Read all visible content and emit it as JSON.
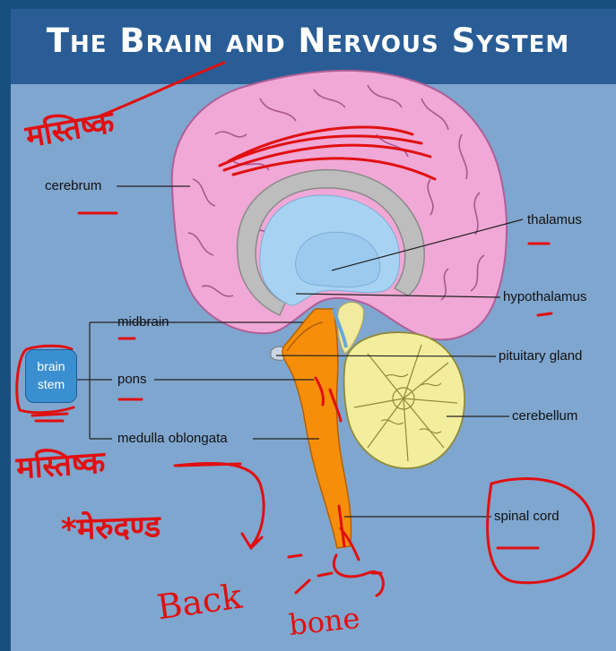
{
  "title": "The Brain and Nervous System",
  "labels": {
    "cerebrum": "cerebrum",
    "thalamus": "thalamus",
    "hypothalamus": "hypothalamus",
    "midbrain": "midbrain",
    "pituitary_gland": "pituitary gland",
    "pons": "pons",
    "cerebellum": "cerebellum",
    "medulla_oblongata": "medulla oblongata",
    "spinal_cord": "spinal cord",
    "brain_stem_line1": "brain",
    "brain_stem_line2": "stem"
  },
  "handwriting": {
    "top_left": "मस्तिष्क",
    "middle_left": "मस्तिष्क",
    "lower_left": "*मेरुदण्ड",
    "bottom_1": "Back",
    "bottom_2": "bone"
  },
  "colors": {
    "background": "#7fa6cf",
    "title_bar": "#2a5d95",
    "cerebrum": "#f0a8d6",
    "brain_stem": "#f68e0a",
    "cerebellum": "#f3ee9d",
    "annotation": "#e01010"
  }
}
